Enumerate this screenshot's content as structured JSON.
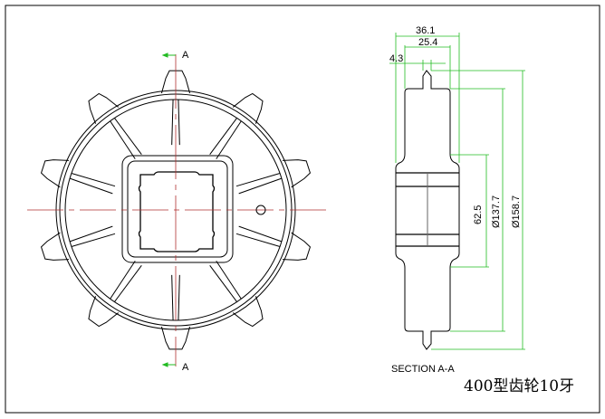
{
  "drawing": {
    "title": "400型齿轮10牙",
    "section_label": "SECTION A-A",
    "section_marker_top": "A",
    "section_marker_bottom": "A",
    "teeth_count": 10,
    "dimensions": {
      "overall_width": "36.1",
      "hub_width": "25.4",
      "tooth_width": "4.3",
      "hub_height": "62.5",
      "root_diameter": "Ø137.7",
      "outer_diameter": "Ø158.7"
    }
  },
  "colors": {
    "line": "#000000",
    "center": "#b03030",
    "dimension": "#22bb22"
  }
}
